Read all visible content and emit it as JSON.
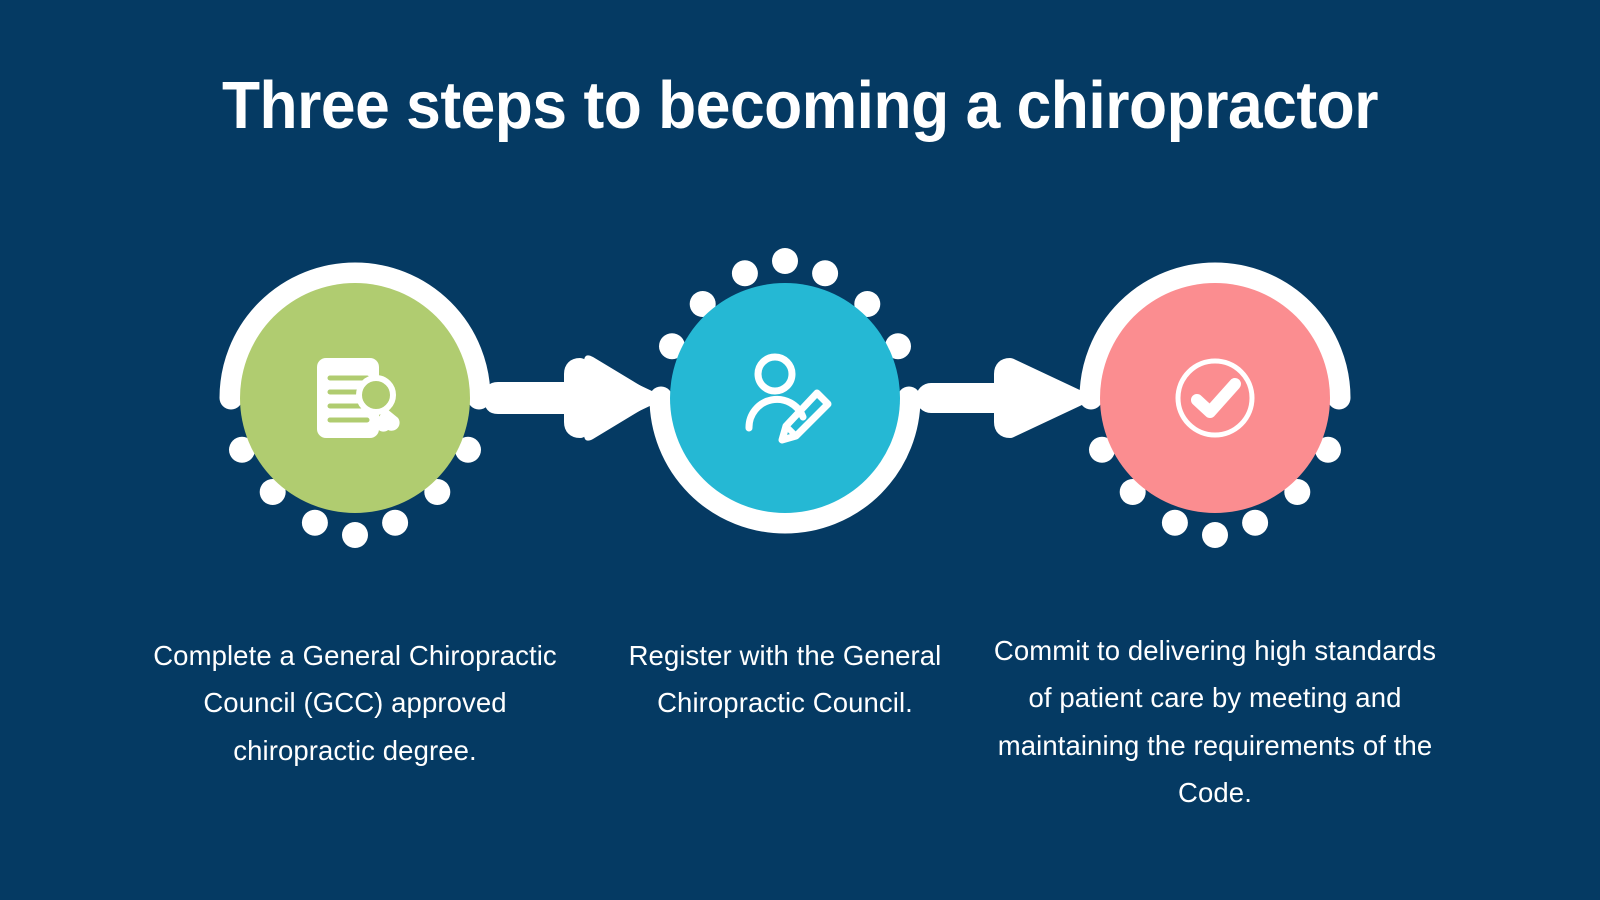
{
  "page": {
    "background_color": "#053a63",
    "text_color": "#ffffff",
    "title": "Three steps to becoming a chiropractor"
  },
  "steps": [
    {
      "index": "1",
      "caption": "Complete a General Chiropractic Council (GCC) approved chiropractic degree.",
      "disc_color": "#b0cc70",
      "icon": "document-search-icon",
      "ring_style": "arc-top-dots-bottom"
    },
    {
      "index": "2",
      "caption": "Register with the General Chiropractic Council.",
      "disc_color": "#25b8d4",
      "icon": "person-edit-icon",
      "ring_style": "dots-top-arc-bottom"
    },
    {
      "index": "3",
      "caption": "Commit to delivering high standards of patient care by meeting and maintaining the requirements of the Code.",
      "disc_color": "#fb8d90",
      "icon": "check-circle-icon",
      "ring_style": "arc-top-dots-bottom"
    }
  ],
  "connectors": [
    {
      "name": "arrow-step1-to-step2",
      "direction": "right",
      "color": "#ffffff"
    },
    {
      "name": "arrow-step2-to-step3",
      "direction": "right",
      "color": "#ffffff"
    }
  ]
}
